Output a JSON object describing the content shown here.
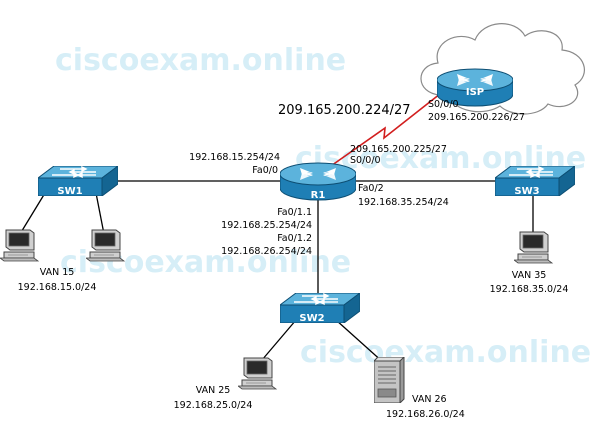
{
  "watermark": "ciscoexam.online",
  "colors": {
    "device_blue": "#1f7fb5",
    "device_top": "#5cb3dc",
    "serial_link": "#d21e1e",
    "ethernet_link": "#000000",
    "watermark": "#d6eef7"
  },
  "devices": {
    "isp": {
      "label": "ISP",
      "icon": "router-icon"
    },
    "r1": {
      "label": "R1",
      "icon": "router-icon"
    },
    "sw1": {
      "label": "SW1",
      "icon": "switch-icon"
    },
    "sw2": {
      "label": "SW2",
      "icon": "switch-icon"
    },
    "sw3": {
      "label": "SW3",
      "icon": "switch-icon"
    },
    "cloud": {
      "icon": "cloud-icon"
    },
    "pc_van15_a": {
      "icon": "pc-icon"
    },
    "pc_van15_b": {
      "icon": "pc-icon"
    },
    "pc_van35": {
      "icon": "pc-icon"
    },
    "pc_van25": {
      "icon": "pc-icon"
    },
    "server_van26": {
      "icon": "server-icon"
    }
  },
  "labels": {
    "serial_network": "209.165.200.224/27",
    "isp_if": "S0/0/0",
    "isp_ip": "209.165.200.226/27",
    "r1_serial_ip": "209.165.200.225/27",
    "r1_serial_if": "S0/0/0",
    "r1_fa00_ip": "192.168.15.254/24",
    "r1_fa00_if": "Fa0/0",
    "r1_fa02_if": "Fa0/2",
    "r1_fa02_ip": "192.168.35.254/24",
    "r1_fa011_if": "Fa0/1.1",
    "r1_fa011_ip": "192.168.25.254/24",
    "r1_fa012_if": "Fa0/1.2",
    "r1_fa012_ip": "192.168.26.254/24",
    "van15_name": "VAN 15",
    "van15_net": "192.168.15.0/24",
    "van35_name": "VAN 35",
    "van35_net": "192.168.35.0/24",
    "van25_name": "VAN 25",
    "van25_net": "192.168.25.0/24",
    "van26_name": "VAN 26",
    "van26_net": "192.168.26.0/24"
  }
}
